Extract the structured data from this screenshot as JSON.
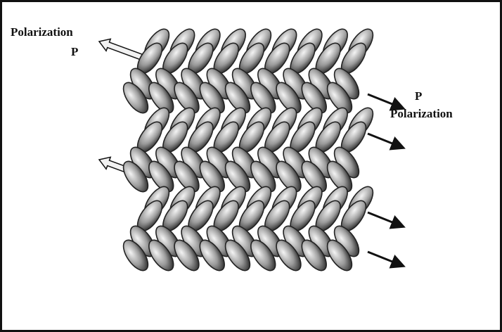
{
  "labels": {
    "left_polarization": "Polarization",
    "left_p": "P",
    "right_p": "P",
    "right_polarization": "Polarization"
  },
  "layers": [
    {
      "polarization": "left",
      "tilt": "right"
    },
    {
      "polarization": "right",
      "tilt": "left"
    },
    {
      "polarization": "right",
      "tilt": "right"
    },
    {
      "polarization": "left",
      "tilt": "left"
    },
    {
      "polarization": "right",
      "tilt": "right"
    },
    {
      "polarization": "right",
      "tilt": "left"
    }
  ],
  "colors": {
    "ink": "#111111",
    "hollow_arrow": "#f2f2f2",
    "molecule_dark": "#222222",
    "molecule_light": "#f4f4f4",
    "border": "#111111"
  }
}
